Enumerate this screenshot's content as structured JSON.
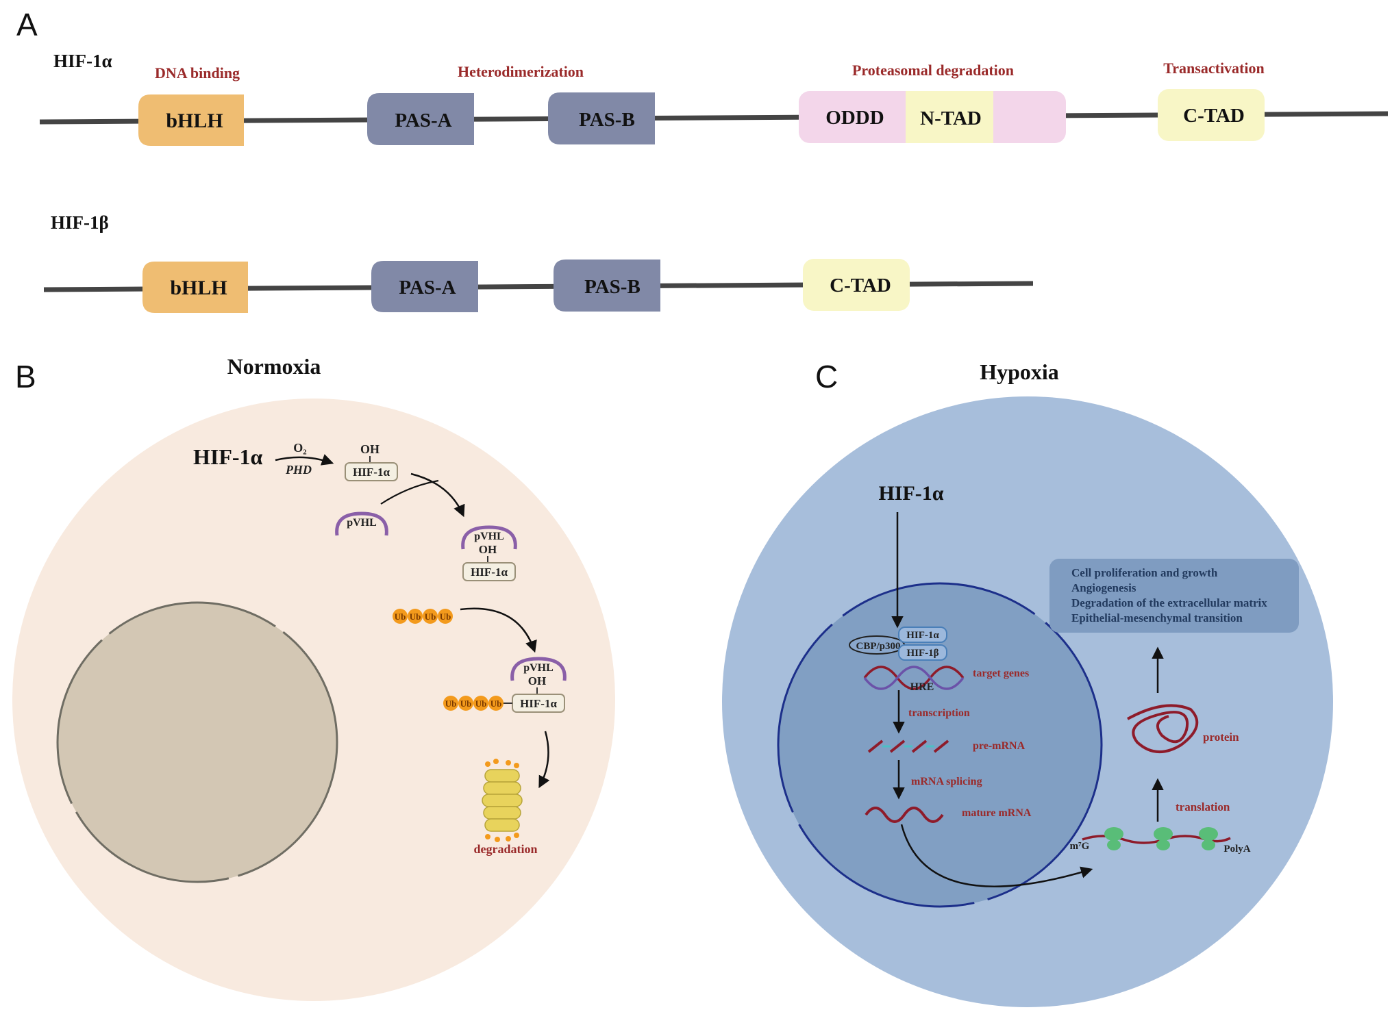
{
  "panels": {
    "a": "A",
    "b": "B",
    "c": "C"
  },
  "panel_a": {
    "hif1a_label": "HIF-1α",
    "hif1b_label": "HIF-1β",
    "regions": {
      "dna_binding": "DNA binding",
      "heterodimerization": "Heterodimerization",
      "proteasomal": "Proteasomal degradation",
      "transactivation": "Transactivation"
    },
    "hif1a_domains": {
      "bhlh": "bHLH",
      "pas_a": "PAS-A",
      "pas_b": "PAS-B",
      "oddd": "ODDD",
      "ntad": "N-TAD",
      "ctad": "C-TAD"
    },
    "hif1b_domains": {
      "bhlh": "bHLH",
      "pas_a": "PAS-A",
      "pas_b": "PAS-B",
      "ctad": "C-TAD"
    }
  },
  "panel_b": {
    "title": "Normoxia",
    "hif1a": "HIF-1α",
    "o2": "O₂",
    "phd": "PHD",
    "oh": "OH",
    "hif1a_small": "HIF-1α",
    "pvhl": "pVHL",
    "ub": "Ub",
    "degradation": "degradation"
  },
  "panel_c": {
    "title": "Hypoxia",
    "hif1a": "HIF-1α",
    "cbp": "CBP/p300",
    "hif1a_small": "HIF-1α",
    "hif1b_small": "HIF-1β",
    "hre": "HRE",
    "target_genes": "target genes",
    "transcription": "transcription",
    "pre_mrna": "pre-mRNA",
    "mrna_splicing": "mRNA splicing",
    "mature_mrna": "mature mRNA",
    "m7g": "m⁷G",
    "polya": "PolyA",
    "translation": "translation",
    "protein": "protein",
    "effects": [
      "Cell proliferation and growth",
      "Angiogenesis",
      "Degradation of the extracellular matrix",
      "Epithelial-mesenchymal transition"
    ]
  },
  "colors": {
    "bhlh": "#efbd72",
    "pas": "#8189a7",
    "oddd": "#f3d6ea",
    "tad": "#f8f6c6",
    "line": "#444444",
    "cell_b": "#f8eadf",
    "nucleus_b": "#d3c7b4",
    "cell_c": "#a7bedb",
    "nucleus_c": "#819fc3",
    "ub": "#f39a1c",
    "mrna": "#8e1b2a",
    "ribosome": "#59bd78"
  }
}
